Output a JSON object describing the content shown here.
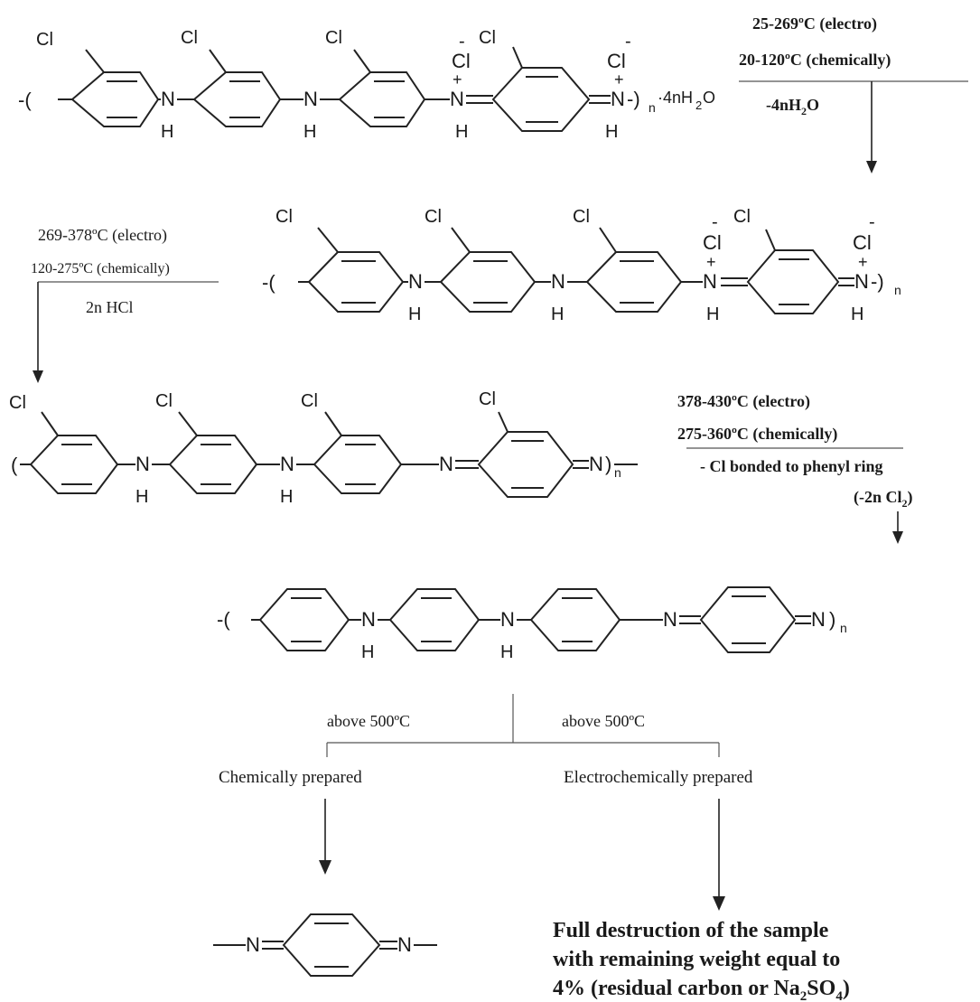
{
  "labels": {
    "cl": "Cl",
    "n": "N",
    "h": "H",
    "plus": "+",
    "minus": "-",
    "open": "-(",
    "paren": "(",
    "close_n": "-)",
    "close": ")",
    "sub_n": "n",
    "water": "·4nH",
    "two": "2",
    "o": "O"
  },
  "step1": {
    "temp_electro": "25-269ºC (electro)",
    "temp_chem": "20-120ºC (chemically)",
    "loss_prefix": "-4nH",
    "loss_sub": "2",
    "loss_suffix": "O"
  },
  "step2": {
    "temp_electro": "269-378ºC (electro)",
    "temp_chem": "120-275ºC (chemically)",
    "loss": "2n HCl"
  },
  "step3": {
    "temp_electro": "378-430ºC (electro)",
    "temp_chem": "275-360ºC (chemically)",
    "loss": "- Cl bonded to phenyl ring",
    "loss2_prefix": "(-2n Cl",
    "loss2_sub": "2",
    "loss2_suffix": ")"
  },
  "step4": {
    "left_temp": "above 500ºC",
    "right_temp": "above 500ºC",
    "left_label": "Chemically prepared",
    "right_label": "Electrochemically prepared"
  },
  "final": {
    "line1": "Full destruction of the sample",
    "line2": "with remaining weight equal to",
    "line3_prefix": "4% (residual carbon or Na",
    "line3_sub1": "2",
    "line3_mid": "SO",
    "line3_sub2": "4",
    "line3_suffix": ")"
  }
}
